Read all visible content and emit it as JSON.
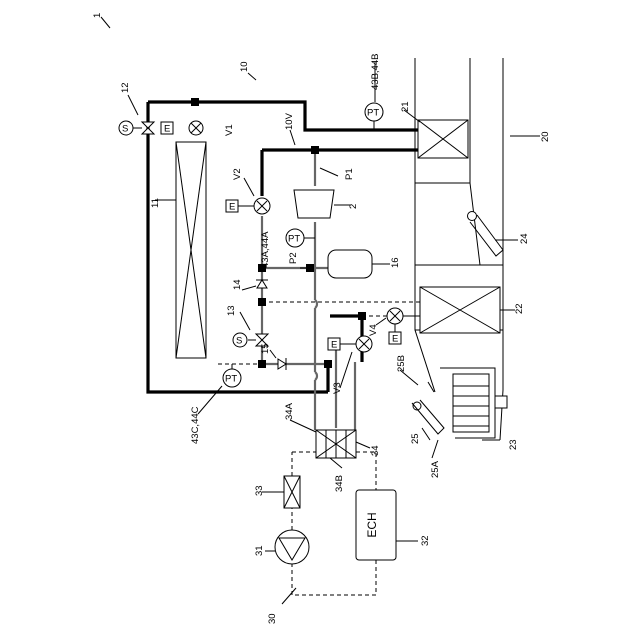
{
  "labels": {
    "n1": "1",
    "n10": "10",
    "n12": "12",
    "v1": "V1",
    "n10v": "10V",
    "n43b": "43B,44B",
    "n21": "21",
    "n20": "20",
    "n11": "11",
    "v2": "V2",
    "p1": "P1",
    "n2": "2",
    "n43a": "43A,44A",
    "p2": "P2",
    "n16": "16",
    "n24": "24",
    "n14": "14",
    "n13": "13",
    "n15": "15",
    "n22": "22",
    "v4": "V4",
    "v3": "V3",
    "n25b": "25B",
    "n43c": "43C,44C",
    "n34a": "34A",
    "n34": "34",
    "n25": "25",
    "n25a": "25A",
    "n23": "23",
    "n33": "33",
    "n34b": "34B",
    "n31": "31",
    "n32": "32",
    "n30": "30"
  },
  "symbols": {
    "sensor": "PT",
    "electric": "E",
    "solenoid": "S",
    "heater": "ECH"
  }
}
